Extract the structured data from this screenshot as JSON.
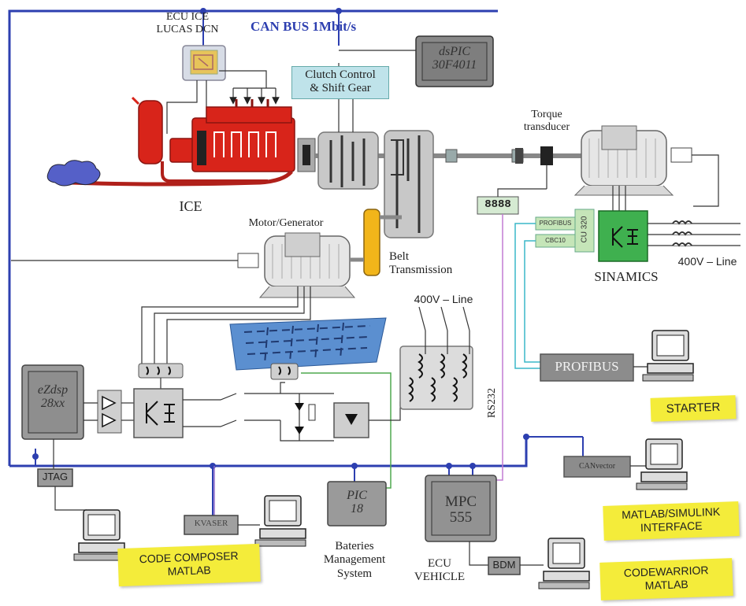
{
  "title": "CAN BUS 1Mbit/s",
  "colors": {
    "bus": "#2d3fb0",
    "engine": "#d8241a",
    "clutch_label_bg": "#bfe3ea",
    "sinamics": "#3fb04f",
    "note": "#f4ec3a",
    "wire_cyan": "#3ab7c8",
    "wire_purple": "#c27bd4",
    "wire_green": "#4fa84f"
  },
  "labels": {
    "ecu_ice": "ECU ICE\nLUCAS DCN",
    "clutch": "Clutch Control\n& Shift Gear",
    "dspic": "dsPIC\n30F4011",
    "torque": "Torque\ntransducer",
    "ice": "ICE",
    "motor_generator": "Motor/Generator",
    "belt": "Belt\nTransmission",
    "sinamics": "SINAMICS",
    "line_400v_right": "400V – Line",
    "line_400v_mid": "400V – Line",
    "display": "8888",
    "profibus_small": "PROFIBUS",
    "cbc10": "CBC10",
    "cu320": "CU 320",
    "profibus_box": "PROFIBUS",
    "rs232": "RS232",
    "ezdsp": "eZdsp\n28xx",
    "jtag": "JTAG",
    "kvaser": "KVASER",
    "pic": "PIC\n18",
    "bateries": "Bateries\nManagement\nSystem",
    "mpc": "MPC\n555",
    "ecu_vehicle": "ECU\nVEHICLE",
    "bdm": "BDM",
    "canvector": "CANvector"
  },
  "notes": {
    "starter": "STARTER",
    "matlab_simulink": "MATLAB/SIMULINK\nINTERFACE",
    "code_composer": "CODE COMPOSER\nMATLAB",
    "codewarrior": "CODEWARRIOR\nMATLAB"
  }
}
